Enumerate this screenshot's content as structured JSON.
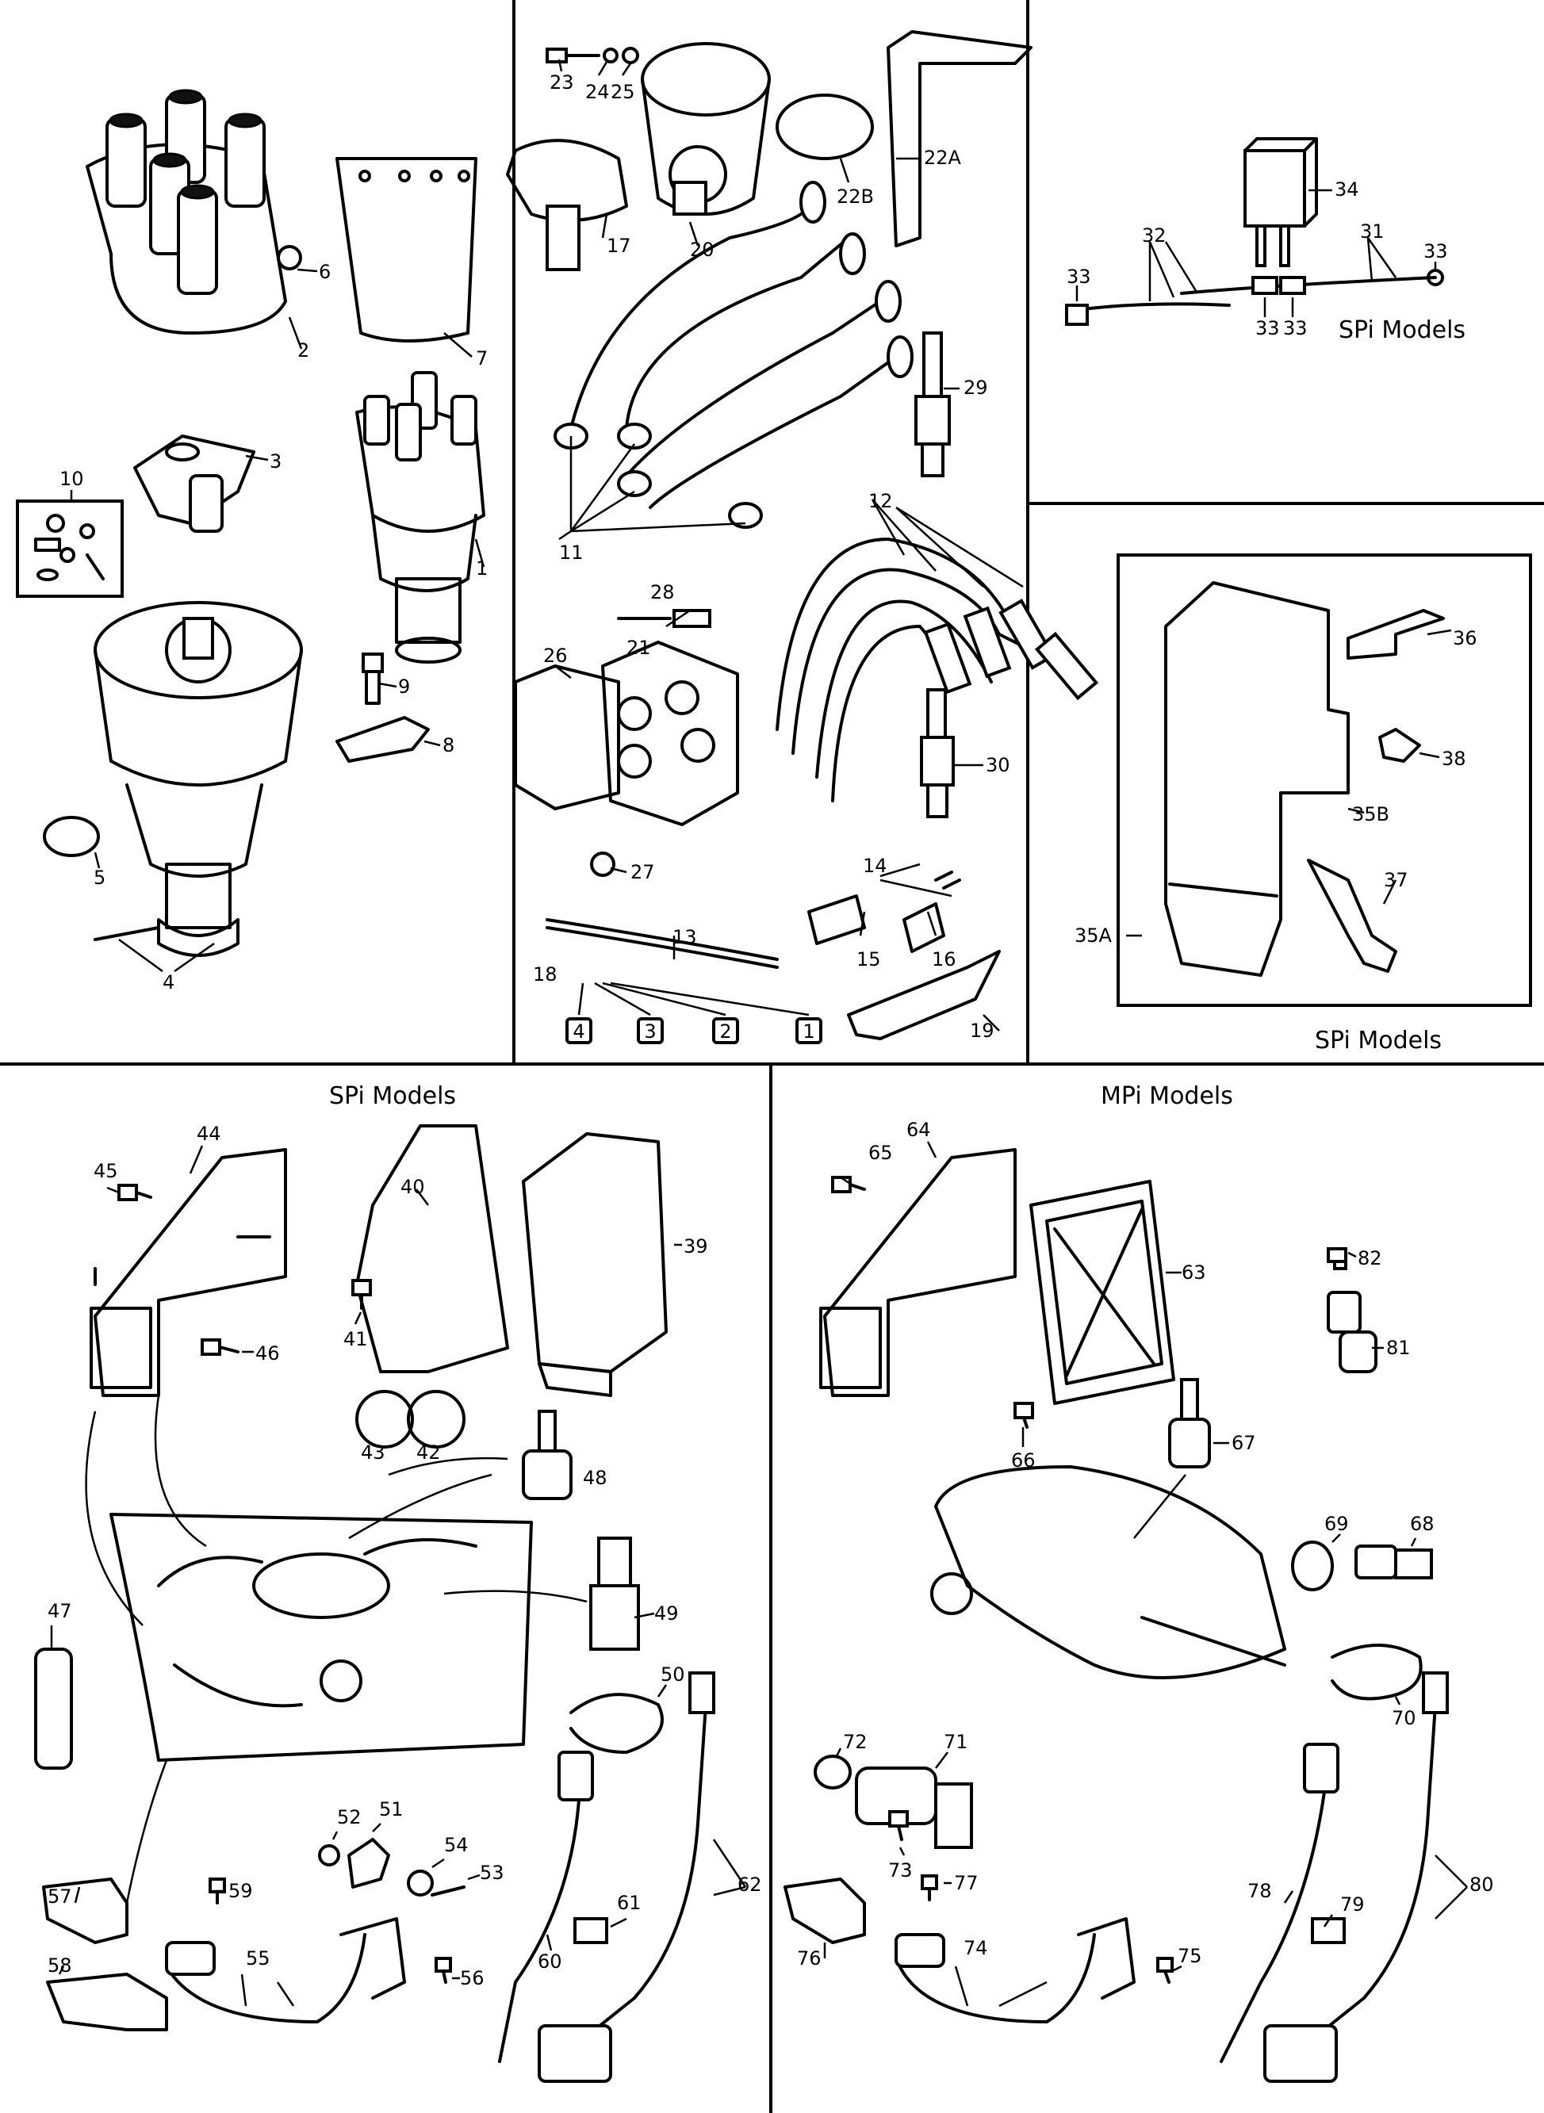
{
  "panels": {
    "top_right_label": "SPi Models",
    "right_middle_label": "SPi Models",
    "bottom_left_title": "SPi Models",
    "bottom_right_title": "MPi Models"
  },
  "labels": {
    "n1": "1",
    "n2": "2",
    "n3": "3",
    "n4": "4",
    "n5": "5",
    "n6": "6",
    "n7": "7",
    "n8": "8",
    "n9": "9",
    "n10": "10",
    "n11": "11",
    "n12": "12",
    "n13": "13",
    "n14": "14",
    "n15": "15",
    "n16": "16",
    "n17": "17",
    "n18": "18",
    "n19": "19",
    "n20": "20",
    "n21": "21",
    "n22A": "22A",
    "n22B": "22B",
    "n23": "23",
    "n24": "24",
    "n25": "25",
    "n26": "26",
    "n27": "27",
    "n28": "28",
    "n29": "29",
    "n30": "30",
    "n31": "31",
    "n32": "32",
    "n33": "33",
    "n34": "34",
    "n35A": "35A",
    "n35B": "35B",
    "n36": "36",
    "n37": "37",
    "n38": "38",
    "n39": "39",
    "n40": "40",
    "n41": "41",
    "n42": "42",
    "n43": "43",
    "n44": "44",
    "n45": "45",
    "n46": "46",
    "n47": "47",
    "n48": "48",
    "n49": "49",
    "n50": "50",
    "n51": "51",
    "n52": "52",
    "n53": "53",
    "n54": "54",
    "n55": "55",
    "n56": "56",
    "n57": "57",
    "n58": "58",
    "n59": "59",
    "n60": "60",
    "n61": "61",
    "n62": "62",
    "n63": "63",
    "n64": "64",
    "n65": "65",
    "n66": "66",
    "n67": "67",
    "n68": "68",
    "n69": "69",
    "n70": "70",
    "n71": "71",
    "n72": "72",
    "n73": "73",
    "n74": "74",
    "n75": "75",
    "n76": "76",
    "n77": "77",
    "n78": "78",
    "n79": "79",
    "n80": "80",
    "n81": "81",
    "n82": "82"
  },
  "plug_lead_numbers": [
    "4",
    "3",
    "2",
    "1"
  ]
}
